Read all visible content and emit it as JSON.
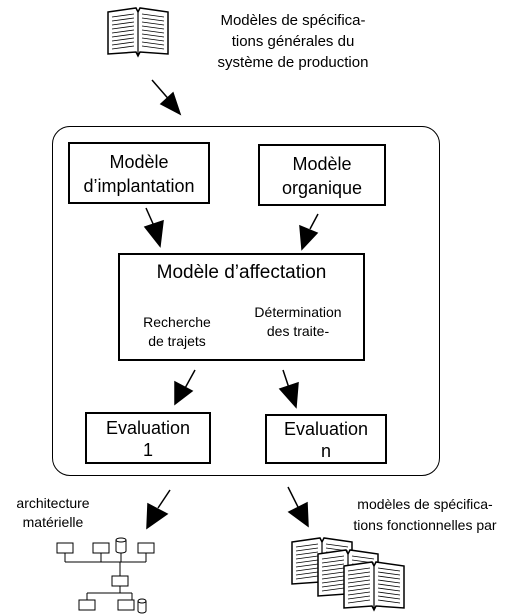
{
  "top_label": {
    "line1": "Modèles de spécifica-",
    "line2": "tions générales du",
    "line3": "système de production"
  },
  "boxes": {
    "implantation": {
      "line1": "Modèle",
      "line2": "d’implantation"
    },
    "organique": {
      "line1": "Modèle",
      "line2": "organique"
    },
    "affectation": {
      "title": "Modèle d’affectation",
      "left_line1": "Recherche",
      "left_line2": "de trajets",
      "right_line1": "Détermination",
      "right_line2": "des traite-"
    },
    "eval1": {
      "line1": "Evaluation",
      "line2": "1"
    },
    "evaln": {
      "line1": "Evaluation",
      "line2": "n"
    }
  },
  "bottom_left_label": {
    "line1": "architecture",
    "line2": "matérielle"
  },
  "bottom_right_label": {
    "line1": "modèles de spécifica-",
    "line2": "tions fonctionnelles par"
  },
  "colors": {
    "stroke": "#000000",
    "background": "#ffffff"
  }
}
